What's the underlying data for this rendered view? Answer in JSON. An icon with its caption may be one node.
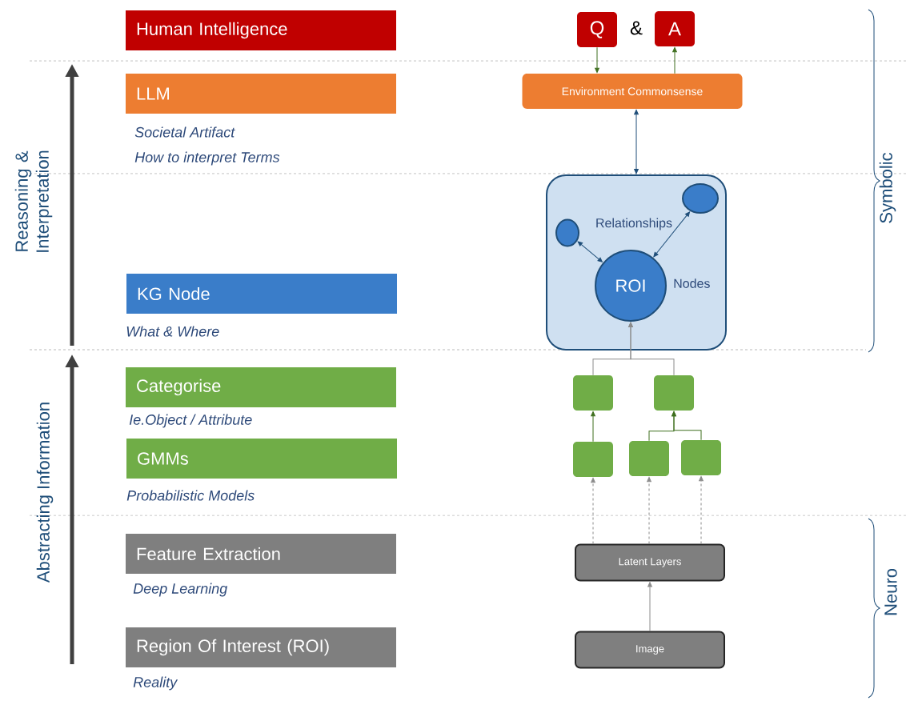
{
  "diagram": {
    "nodes": [
      {
        "text": [
          "Human Intelligence"
        ]
      },
      {
        "text": [
          "LLM"
        ],
        "beside": [
          "Societal Artifact",
          "How to interpret Terms"
        ]
      },
      {
        "text": [
          "KG Node"
        ],
        "beside": [
          "What & Where"
        ]
      },
      {
        "text": [
          "Categorise"
        ],
        "beside": [
          "Ie.Object / Attribute"
        ]
      },
      {
        "text": [
          "GMMs"
        ],
        "beside": [
          "Probabilistic Models"
        ]
      },
      {
        "text": [
          "Feature Extraction"
        ],
        "beside": [
          "Deep Learning"
        ]
      },
      {
        "text": [
          "Region Of Interest (ROI)"
        ],
        "beside": [
          "Reality"
        ]
      },
      {
        "text": [
          "Q"
        ]
      },
      {
        "text": [
          "A"
        ]
      },
      {
        "text": [
          "Environment Commonsense"
        ]
      },
      {
        "text": [],
        "shape": "box"
      },
      {
        "text": [],
        "shape": "circle",
        "in": 10
      },
      {
        "text": [],
        "shape": "circle",
        "in": 10
      },
      {
        "text": [
          "ROI"
        ],
        "in": 10,
        "beside": [
          "Nodes"
        ]
      },
      {
        "text": [],
        "shape": "box"
      },
      {
        "text": [],
        "shape": "box"
      },
      {
        "text": [],
        "shape": "box"
      },
      {
        "text": [],
        "shape": "box"
      },
      {
        "text": [],
        "shape": "box"
      },
      {
        "text": [
          "Latent Layers"
        ]
      },
      {
        "text": [
          "Image"
        ]
      }
    ],
    "edges": [
      {
        "from": 7,
        "to": 9,
        "arrow": "to",
        "color": "#3f6f1f"
      },
      {
        "from": 9,
        "to": 8,
        "arrow": "to",
        "color": "#3f6f1f"
      },
      {
        "from": 9,
        "to": 10,
        "arrow": "both",
        "color": "#1f4e79"
      },
      {
        "from": 11,
        "to": 13,
        "arrow": "both",
        "color": "#1f4e79"
      },
      {
        "from": 12,
        "to": 13,
        "arrow": "both",
        "color": "#1f4e79"
      },
      {
        "from": 14,
        "to": 13,
        "arrow": "to"
      },
      {
        "from": 15,
        "to": 13,
        "arrow": "to"
      },
      {
        "from": 16,
        "to": 14,
        "arrow": "to",
        "color": "#3f6f1f"
      },
      {
        "from": 17,
        "to": 15,
        "arrow": "to",
        "color": "#3f6f1f"
      },
      {
        "from": 18,
        "to": 15,
        "arrow": "to",
        "color": "#3f6f1f"
      },
      {
        "from": 19,
        "to": 16,
        "arrow": "to",
        "style": "dashed"
      },
      {
        "from": 19,
        "to": 17,
        "arrow": "to",
        "style": "dashed"
      },
      {
        "from": 19,
        "to": 18,
        "arrow": "to",
        "style": "dashed"
      },
      {
        "from": 20,
        "to": 19,
        "arrow": "to"
      }
    ],
    "labels": [
      "&",
      "Relationships",
      "Reasoning & Interpretation",
      "Abstracting Information",
      "Symbolic",
      "Neuro"
    ]
  }
}
